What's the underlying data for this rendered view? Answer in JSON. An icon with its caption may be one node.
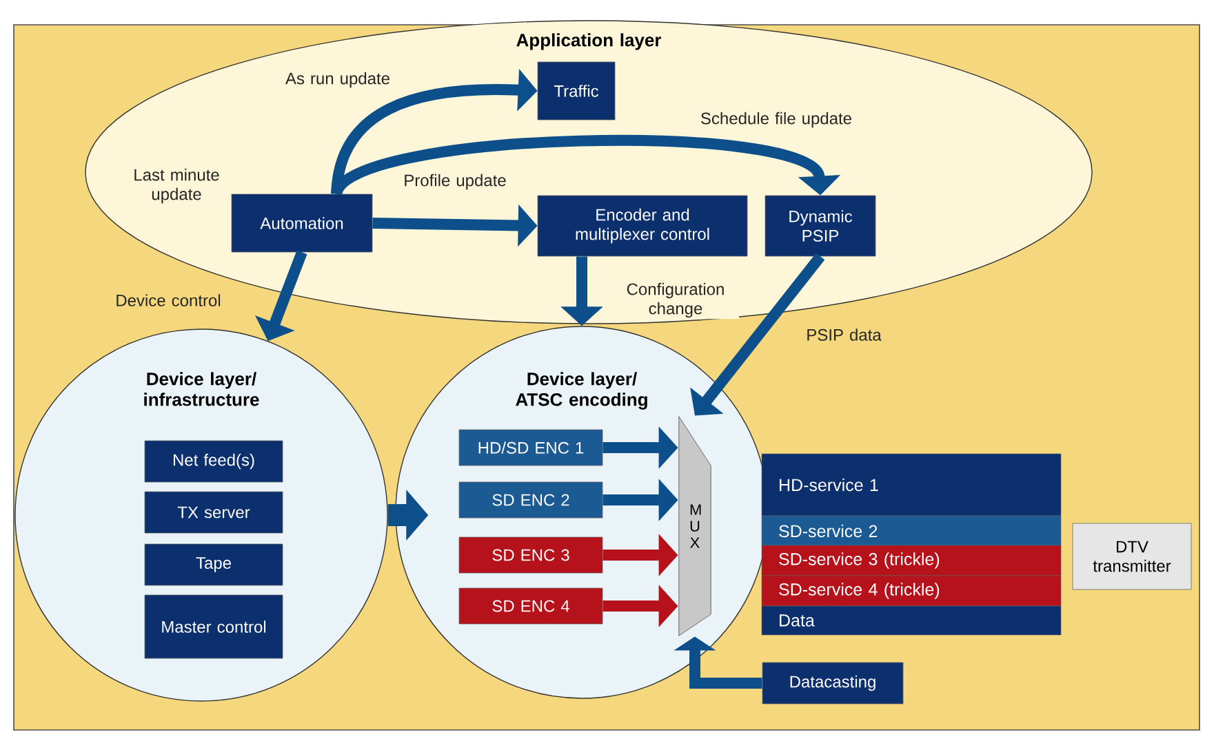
{
  "diagram": {
    "nodes": [
      {
        "text": [
          "Application layer"
        ]
      },
      {
        "text": [
          "Traffic"
        ],
        "in": 0
      },
      {
        "text": [
          "Automation"
        ],
        "in": 0
      },
      {
        "text": [
          "Encoder and multiplexer control"
        ],
        "in": 0
      },
      {
        "text": [
          "Dynamic PSIP"
        ],
        "in": 0
      },
      {
        "text": [
          "Device layer/ infrastructure"
        ]
      },
      {
        "text": [
          "Net feed(s)"
        ],
        "in": 5
      },
      {
        "text": [
          "TX server"
        ],
        "in": 5
      },
      {
        "text": [
          "Tape"
        ],
        "in": 5
      },
      {
        "text": [
          "Master control"
        ],
        "in": 5
      },
      {
        "text": [
          "Device layer/ ATSC encoding"
        ]
      },
      {
        "text": [
          "HD/SD ENC 1"
        ],
        "in": 10
      },
      {
        "text": [
          "SD ENC 2"
        ],
        "in": 10
      },
      {
        "text": [
          "SD ENC 3"
        ],
        "in": 10
      },
      {
        "text": [
          "SD ENC 4"
        ],
        "in": 10
      },
      {
        "text": [
          "M U X"
        ],
        "in": 10
      },
      {
        "text": [
          "HD-service 1"
        ]
      },
      {
        "text": [
          "SD-service 2"
        ]
      },
      {
        "text": [
          "SD-service 3 (trickle)"
        ]
      },
      {
        "text": [
          "SD-service 4 (trickle)"
        ]
      },
      {
        "text": [
          "Data"
        ]
      },
      {
        "text": [
          "DTV transmitter"
        ]
      },
      {
        "text": [
          "Datacasting"
        ]
      }
    ],
    "edges": [
      {
        "from": 2,
        "to": 1,
        "arrow": "to",
        "label": "As run update"
      },
      {
        "from": 2,
        "to": 4,
        "arrow": "to",
        "label": "Schedule file update"
      },
      {
        "from": 2,
        "to": 3,
        "arrow": "to",
        "label": "Profile update"
      },
      {
        "from": 2,
        "to": 5,
        "arrow": "to",
        "label": "Device control"
      },
      {
        "from": 3,
        "to": 10,
        "arrow": "to",
        "label": "Configuration change"
      },
      {
        "from": 4,
        "to": 15,
        "arrow": "to",
        "label": "PSIP data"
      },
      {
        "from": 5,
        "to": 10,
        "arrow": "to",
        "style": "thick"
      },
      {
        "from": 11,
        "to": 15,
        "arrow": "to"
      },
      {
        "from": 12,
        "to": 15,
        "arrow": "to"
      },
      {
        "from": 13,
        "to": 15,
        "arrow": "to",
        "color": "#b5121b"
      },
      {
        "from": 14,
        "to": 15,
        "arrow": "to",
        "color": "#b5121b"
      },
      {
        "from": 22,
        "to": 15,
        "arrow": "to"
      }
    ],
    "labels": [
      "Last minute update"
    ]
  }
}
